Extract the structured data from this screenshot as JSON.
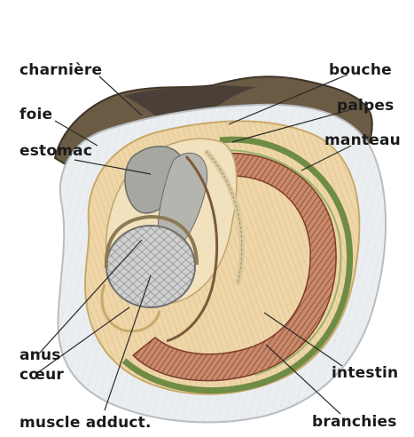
{
  "labels": {
    "charniere": "charnière",
    "bouche": "bouche",
    "foie": "foie",
    "palpes": "palpes",
    "estomac": "estomac",
    "manteau": "manteau",
    "anus": "anus",
    "coeur": "cœur",
    "intestin": "intestin",
    "muscle": "muscle adduct.",
    "branchies": "branchies"
  },
  "colors": {
    "shell_outer": "#eef0f1",
    "shell_rim": "#6b5b45",
    "mantle": "#e8cfa0",
    "gills": "#b97a5c",
    "gill_stripe": "#7d3b2a",
    "green_band": "#6f8c45",
    "muscle": "#c9c9c9",
    "stomach": "#a7a7a2",
    "label_text": "#1a1a1a"
  }
}
